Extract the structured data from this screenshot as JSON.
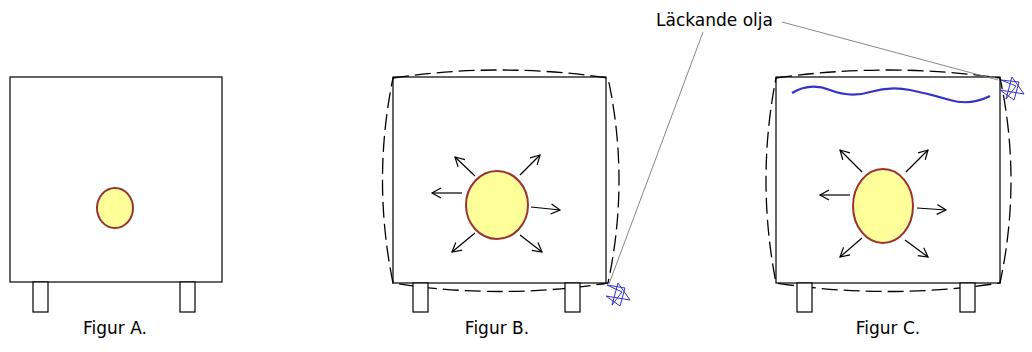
{
  "diagram": {
    "labels": [
      "Läckande olja",
      "Figur A.",
      "Figur B.",
      "Figur C."
    ]
  }
}
